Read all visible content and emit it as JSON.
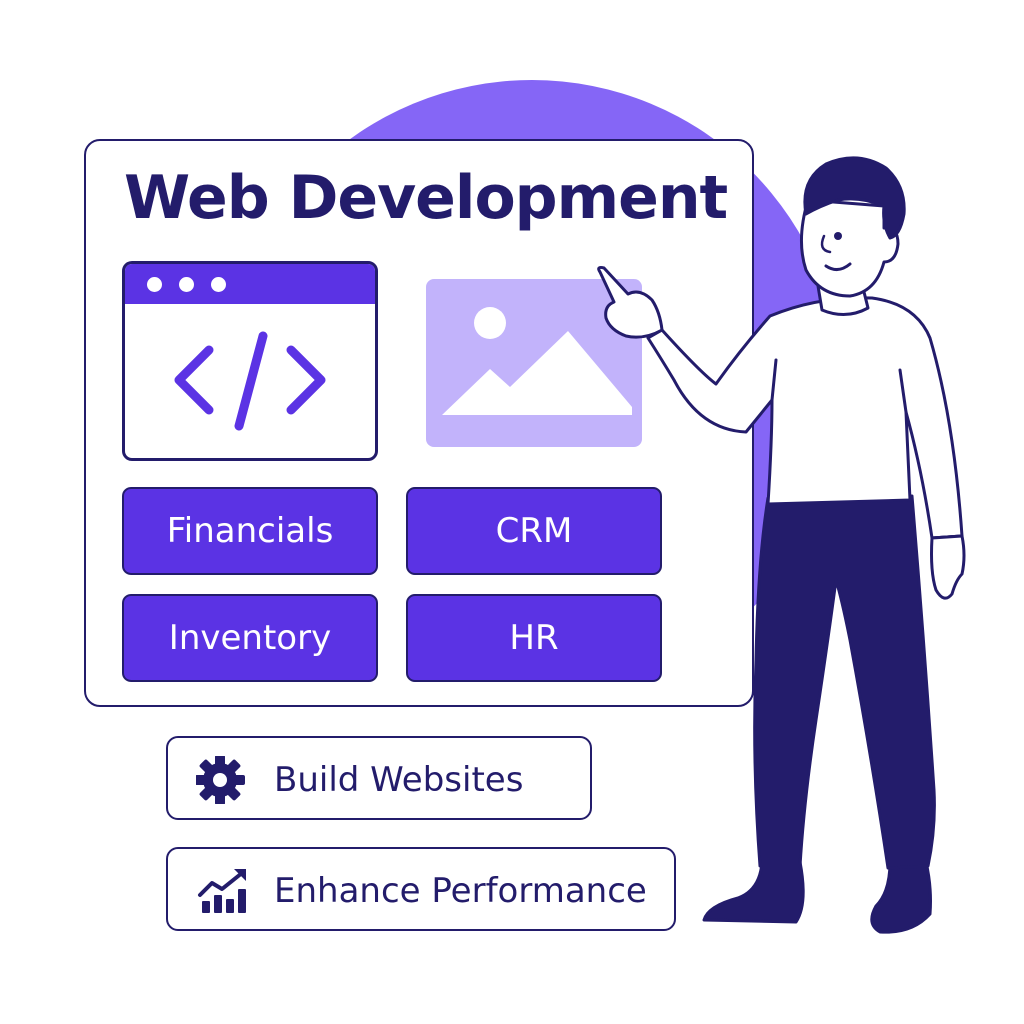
{
  "panel": {
    "title": "Web Development",
    "code_glyph": "</>",
    "tiles": [
      "Financials",
      "CRM",
      "Inventory",
      "HR"
    ]
  },
  "features": [
    {
      "label": "Build Websites",
      "icon": "gear-icon"
    },
    {
      "label": "Enhance Performance",
      "icon": "growth-chart-icon"
    }
  ],
  "colors": {
    "navy": "#231c6b",
    "purple": "#5b33e4",
    "circle": "#8566f6",
    "light_purple": "#c2b3fb",
    "white": "#ffffff"
  }
}
